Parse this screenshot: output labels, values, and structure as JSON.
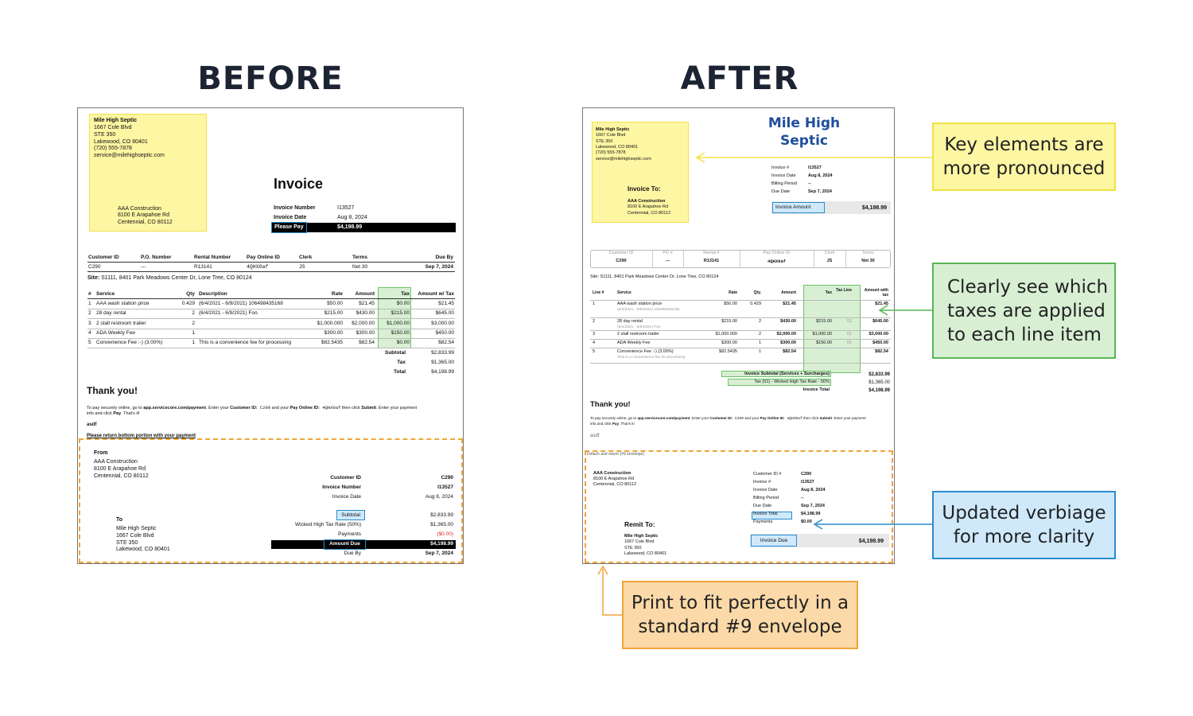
{
  "headings": {
    "before": "BEFORE",
    "after": "AFTER"
  },
  "company": {
    "name": "Mile High Septic",
    "logo_line1": "Mile High",
    "logo_line2": "Septic",
    "address1": "1667 Cole Blvd",
    "address2": "STE 350",
    "city": "Lakewood, CO 80401",
    "phone": "(720) 555-7878",
    "email": "service@milehighseptic.com"
  },
  "customer": {
    "name": "AAA Construction",
    "address1": "8100 E Arapahoe Rd",
    "city": "Centennial, CO 80112"
  },
  "invoice": {
    "title": "Invoice",
    "number_label": "Invoice Number",
    "number": "I13527",
    "date_label": "Invoice Date",
    "date": "Aug 8, 2024",
    "please_pay": "Please Pay",
    "amount": "$4,198.99"
  },
  "before": {
    "meta_headers": [
      "Customer ID",
      "P.O. Number",
      "Rental Number",
      "Pay Online ID",
      "Clerk",
      "Terms",
      "Due By"
    ],
    "meta_values": [
      "C290",
      "---",
      "R13141",
      "4QHX0af",
      "JS",
      "Net 30",
      "Sep 7, 2024"
    ],
    "site_label": "Site:",
    "site": "S1111, 8401 Park Meadows Center Dr, Lone Tree, CO 80124",
    "line_headers": [
      "#",
      "Service",
      "Qty",
      "Description",
      "Rate",
      "Amount",
      "Tax",
      "Amount w/ Tax"
    ],
    "lines": [
      [
        "1",
        "AAA wash station price",
        "0.429",
        "(6/4/2021 - 6/9/2021) 106498435168",
        "$50.00",
        "$21.45",
        "$0.00",
        "$21.45"
      ],
      [
        "2",
        "28 day rental",
        "2",
        "(6/4/2021 - 6/9/2021) Foo",
        "$215.00",
        "$430.00",
        "$215.00",
        "$645.00"
      ],
      [
        "3",
        "2 stall restroom trailer",
        "2",
        "",
        "$1,000.000",
        "$2,000.00",
        "$1,000.00",
        "$3,000.00"
      ],
      [
        "4",
        "ADA Weekly Fee",
        "1",
        "",
        "$300.00",
        "$300.00",
        "$150.00",
        "$450.00"
      ],
      [
        "5",
        "Convenience Fee :-) (3.00%)",
        "1",
        "This is a convenience fee for processing",
        "$82.5435",
        "$82.54",
        "$0.00",
        "$82.54"
      ]
    ],
    "totals": [
      [
        "Subtotal",
        "$2,833.99"
      ],
      [
        "Tax",
        "$1,365.00"
      ],
      [
        "Total",
        "$4,198.99"
      ]
    ],
    "thanks": "Thank you!",
    "pay_text_1": "To pay securely online, go to ",
    "pay_url": "app.servicecore.com/payment",
    "pay_text_2": ". Enter your ",
    "pay_cust_label": "Customer ID:",
    "pay_cust_val": " C290",
    "pay_text_3": " and your ",
    "pay_online_label": "Pay Online ID:",
    "pay_online_val": " 4QHX0af",
    "pay_text_4": " then click ",
    "pay_submit": "Submit",
    "pay_text_5": ". Enter your payment",
    "pay_text_6": "info and click ",
    "pay_pay": "Pay",
    "pay_text_7": ". That's it!",
    "note": "asdf",
    "return_text": "Please return bottom portion with your payment",
    "stub": {
      "from": "From",
      "to": "To",
      "rows": [
        [
          "Customer ID",
          "C290"
        ],
        [
          "Invoice Number",
          "I13527"
        ],
        [
          "Invoice Date",
          "Aug 8, 2024"
        ]
      ],
      "subtotal_label": "Subtotal",
      "subtotal": "$2,833.99",
      "tax_label": "Wicked High Tax Rate (50%)",
      "tax": "$1,365.00",
      "payments_label": "Payments",
      "payments": "($0.00)",
      "due_label": "Amount Due",
      "due": "$4,198.99",
      "dueby_label": "Due By",
      "dueby": "Sep 7, 2024"
    }
  },
  "after": {
    "invoice_to": "Invoice To:",
    "meta": [
      [
        "Invoice #",
        "I13527"
      ],
      [
        "Invoice Date",
        "Aug 8, 2024"
      ],
      [
        "Billing Period",
        "--"
      ],
      [
        "Due Date",
        "Sep 7, 2024"
      ]
    ],
    "invoice_amount_label": "Invoice Amount",
    "ids": [
      [
        "Customer ID",
        "C290"
      ],
      [
        "PO #",
        "---"
      ],
      [
        "Rental #",
        "R13141"
      ],
      [
        "Pay Online ID",
        "4QHX0af"
      ],
      [
        "Clerk",
        "JS"
      ],
      [
        "Terms",
        "Net 30"
      ]
    ],
    "site": "Site: S1111, 8401 Park Meadows Center Dr, Lone Tree, CO 80124",
    "line_headers": [
      "Line #",
      "Service",
      "Rate",
      "Qty.",
      "Amount",
      "Tax",
      "Tax Line",
      "Amount with tax"
    ],
    "lines": [
      {
        "n": "1",
        "svc": "AAA wash station price",
        "desc": "(6/4/2021 - 6/9/2021) 106498435168",
        "rate": "$50.00",
        "qty": "0.429",
        "amt": "$21.45",
        "tax": "",
        "tl": "",
        "total": "$21.45"
      },
      {
        "n": "2",
        "svc": "28 day rental",
        "desc": "(6/4/2021 - 6/9/2021) Foo",
        "rate": "$215.00",
        "qty": "2",
        "amt": "$430.00",
        "tax": "$215.00",
        "tl": "01",
        "total": "$645.00"
      },
      {
        "n": "3",
        "svc": "2 stall restroom trailer",
        "desc": "",
        "rate": "$1,000.000",
        "qty": "2",
        "amt": "$2,000.00",
        "tax": "$1,000.00",
        "tl": "01",
        "total": "$3,000.00"
      },
      {
        "n": "4",
        "svc": "ADA Weekly Fee",
        "desc": "",
        "rate": "$300.00",
        "qty": "1",
        "amt": "$300.00",
        "tax": "$150.00",
        "tl": "01",
        "total": "$450.00"
      },
      {
        "n": "5",
        "svc": "Convenience Fee :-) (3.00%)",
        "desc": "This is a convenience fee for processing",
        "rate": "$82.5435",
        "qty": "1",
        "amt": "$82.54",
        "tax": "",
        "tl": "",
        "total": "$82.54"
      }
    ],
    "subtotal_label": "Invoice Subtotal (Services + Surcharges)",
    "subtotal": "$2,833.99",
    "tax_label": "Tax (01) - Wicked High Tax Rate - 50%",
    "tax": "$1,365.00",
    "total_label": "Invoice Total",
    "total": "$4,198.99",
    "thanks": "Thank you!",
    "note": "asdf",
    "detach": "Detach and return (#9 envelope)",
    "remit": "Remit To:",
    "stub": [
      [
        "Customer ID #",
        "C290"
      ],
      [
        "Invoice #",
        "I13527"
      ],
      [
        "Invoice Date",
        "Aug 8, 2024"
      ],
      [
        "Billing Period",
        "--"
      ],
      [
        "Due Date",
        "Sep 7, 2024"
      ],
      [
        "Invoice Total",
        "$4,198.99"
      ],
      [
        "Payments",
        "$0.00"
      ]
    ],
    "invoice_due_label": "Invoice Due",
    "invoice_due": "$4,198.99"
  },
  "callouts": {
    "key": "Key elements are more pronounced",
    "tax": "Clearly see which taxes are applied to each line item",
    "verbiage": "Updated verbiage for more clarity",
    "envelope": "Print to fit perfectly in a standard #9 envelope"
  },
  "colors": {
    "yellow": "#fdf6a3",
    "green": "#d8efd3",
    "blue": "#cfe9fb",
    "orange": "#fbd9a8",
    "logo": "#1f4e9c"
  }
}
